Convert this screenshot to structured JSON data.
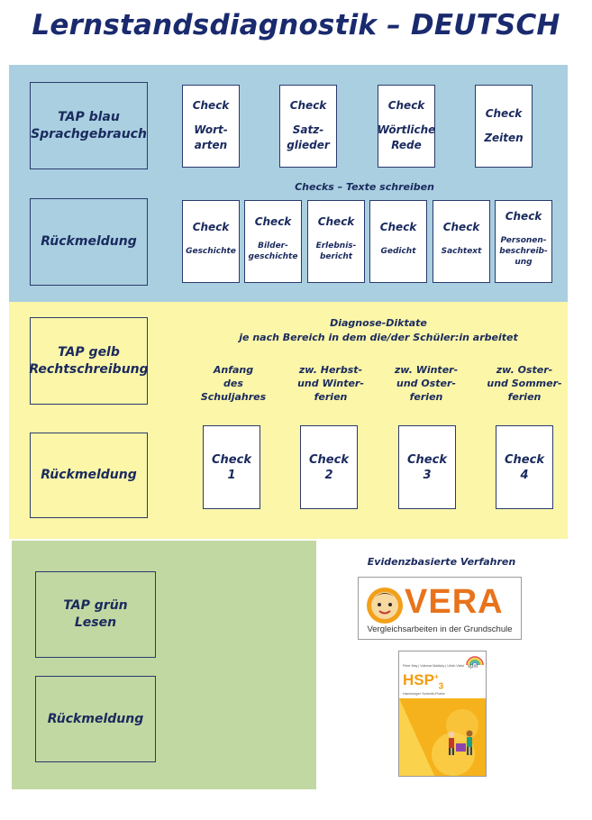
{
  "title": "Lernstandsdiagnostik – DEUTSCH",
  "blue": {
    "tap": "TAP blau\nSprachgebrauch",
    "feedback": "Rückmeldung",
    "checks_top": [
      {
        "title": "Check",
        "sub": "Wort-\narten"
      },
      {
        "title": "Check",
        "sub": "Satz-\nglieder"
      },
      {
        "title": "Check",
        "sub": "Wörtliche\nRede"
      },
      {
        "title": "Check",
        "sub": "Zeiten"
      }
    ],
    "texts_label": "Checks – Texte schreiben",
    "checks_texts": [
      {
        "title": "Check",
        "sub": "Geschichte"
      },
      {
        "title": "Check",
        "sub": "Bilder-\ngeschichte"
      },
      {
        "title": "Check",
        "sub": "Erlebnis-\nbericht"
      },
      {
        "title": "Check",
        "sub": "Gedicht"
      },
      {
        "title": "Check",
        "sub": "Sachtext"
      },
      {
        "title": "Check",
        "sub": "Personen-\nbeschreib-\nung"
      }
    ]
  },
  "yellow": {
    "tap": "TAP gelb\nRechtschreibung",
    "feedback": "Rückmeldung",
    "heading": "Diagnose-Diktate\nje nach Bereich in dem die/der Schüler:in arbeitet",
    "periods": [
      "Anfang\ndes\nSchuljahres",
      "zw. Herbst-\nund Winter-\nferien",
      "zw. Winter-\nund Oster-\nferien",
      "zw. Oster-\nund Sommer-\nferien"
    ],
    "checks": [
      "Check\n1",
      "Check\n2",
      "Check\n3",
      "Check\n4"
    ]
  },
  "green": {
    "tap": "TAP grün\nLesen",
    "feedback": "Rückmeldung"
  },
  "evidence": {
    "label": "Evidenzbasierte Verfahren",
    "vera_logo": "VERA",
    "vera_tagline": "Vergleichsarbeiten in der Grundschule",
    "hsp_title": "HSP",
    "hsp_sup": "+",
    "hsp_sub": "3",
    "hsp_authors": "Peter May | Volkmar Malitzky | Ulrich Vieluf",
    "hsp_subtitle": "Hamburger Schreib-Probe",
    "hsp_publisher": "vpm"
  },
  "colors": {
    "blue_panel": "#a9cfe0",
    "yellow_panel": "#fbf6a8",
    "green_panel": "#c2d8a2",
    "title_navy": "#1a2a6e",
    "vera_orange": "#e8731c"
  }
}
